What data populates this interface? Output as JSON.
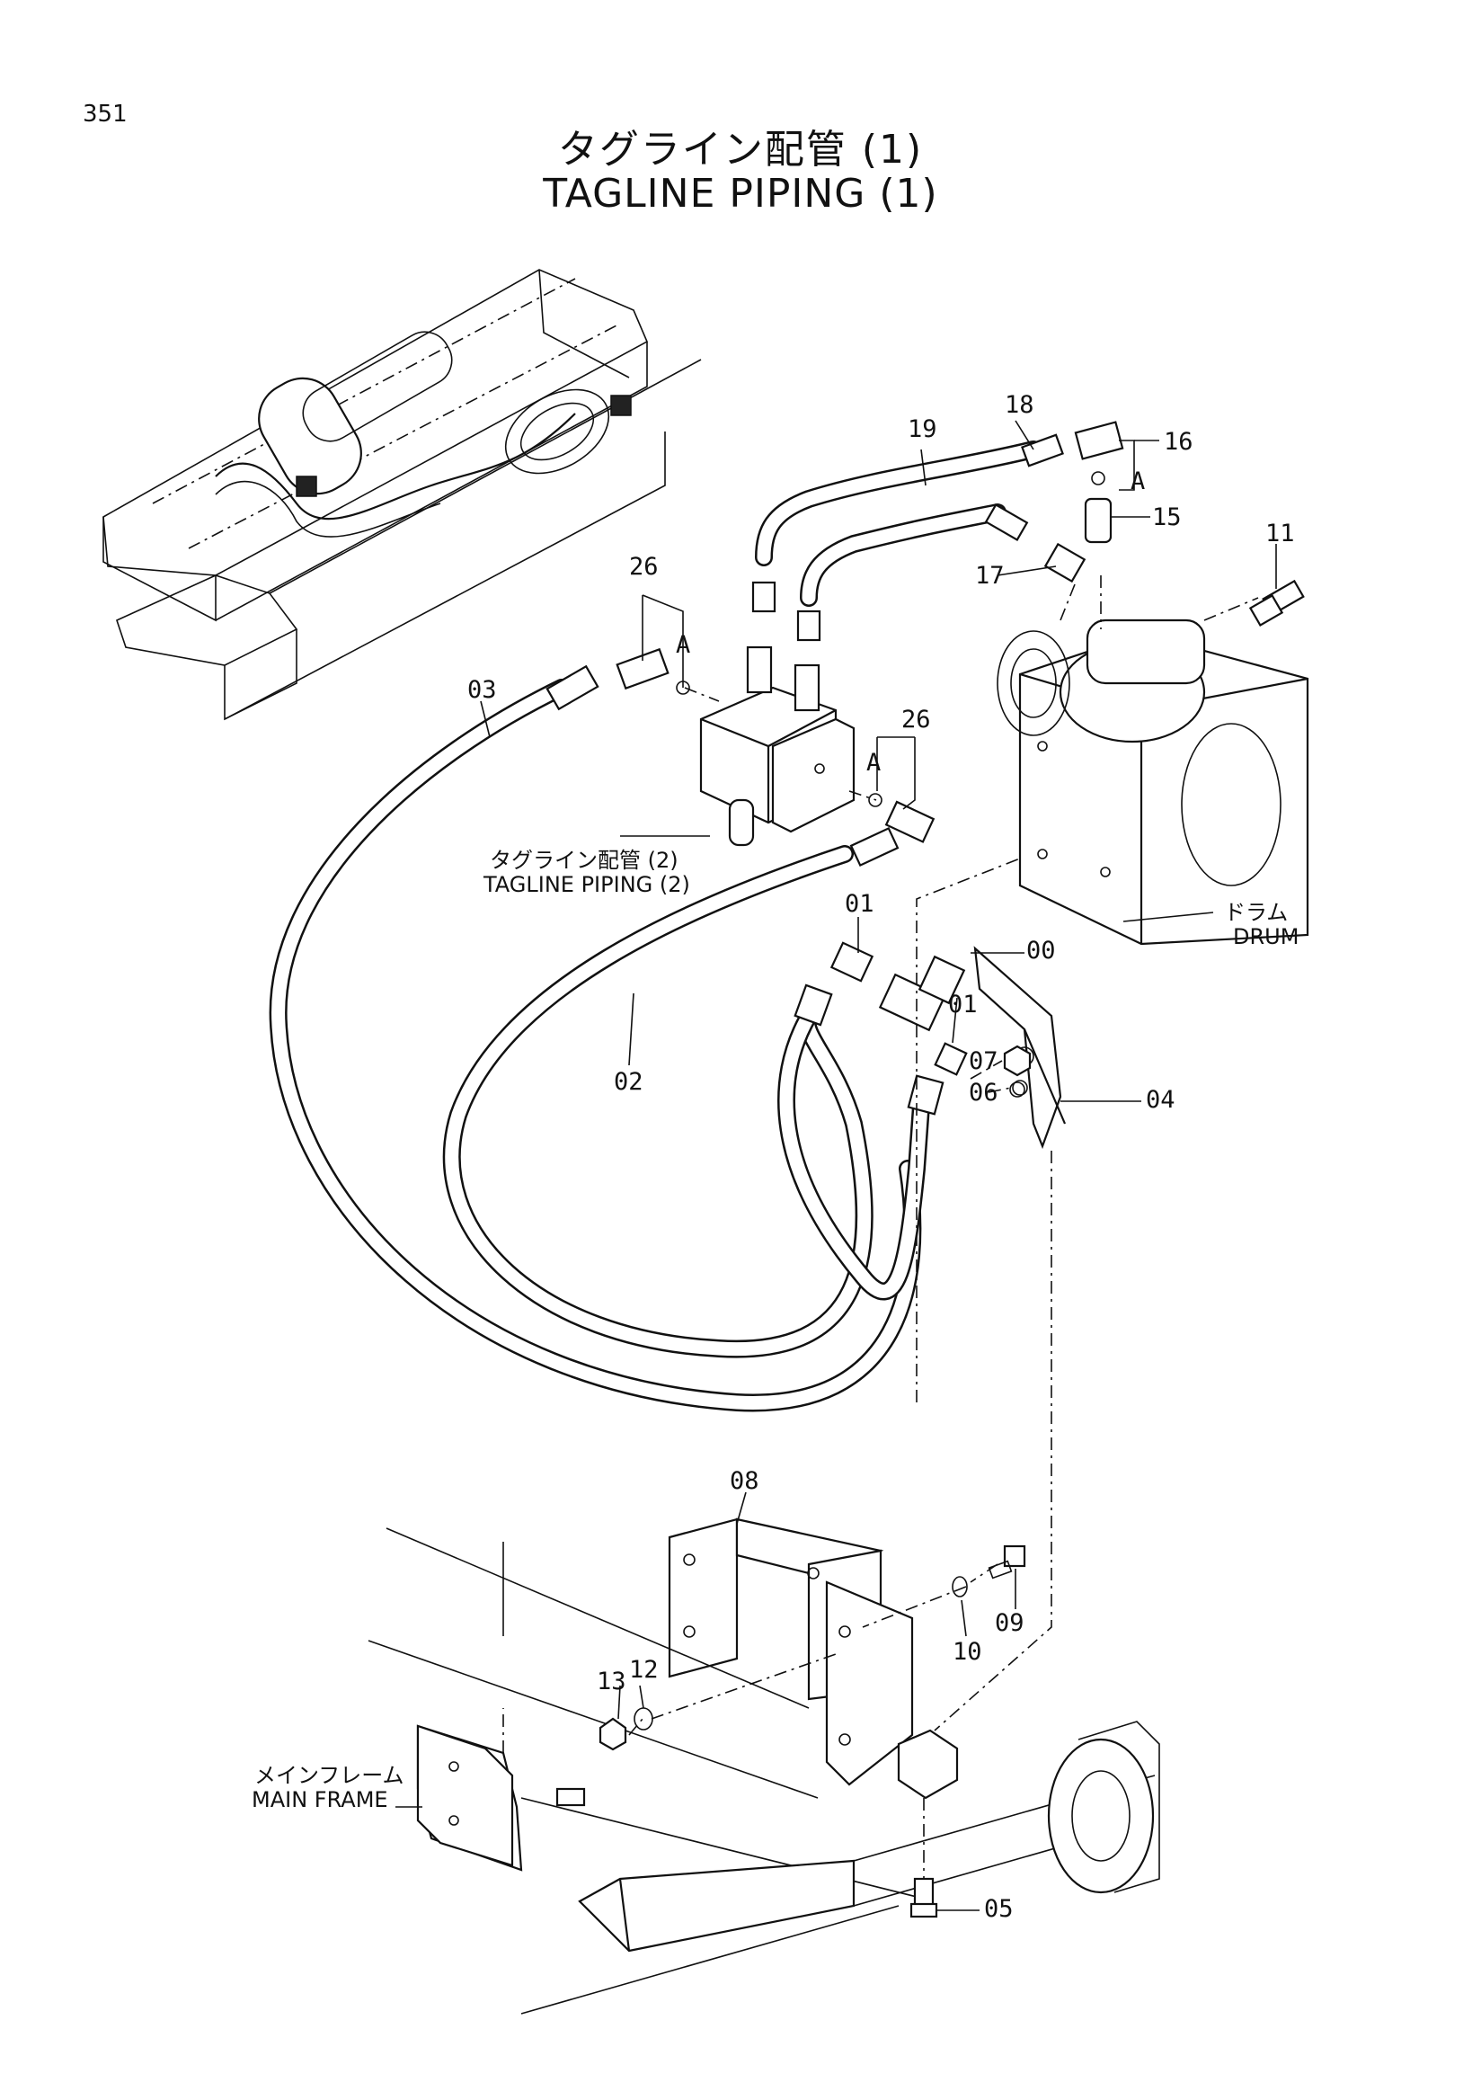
{
  "page_number": "351",
  "title_jp": "タグライン配管 (1)",
  "title_en": "TAGLINE PIPING (1)",
  "annotations": {
    "tagline2_jp": "タグライン配管 (2)",
    "tagline2_en": "TAGLINE PIPING (2)",
    "drum_jp": "ドラム",
    "drum_en": "DRUM",
    "mainframe_jp": "メインフレーム",
    "mainframe_en": "MAIN FRAME",
    "ref_a": "A"
  },
  "callouts": [
    "00",
    "01",
    "01",
    "02",
    "03",
    "04",
    "05",
    "06",
    "07",
    "08",
    "09",
    "10",
    "11",
    "12",
    "13",
    "15",
    "16",
    "17",
    "18",
    "19",
    "26",
    "26"
  ]
}
